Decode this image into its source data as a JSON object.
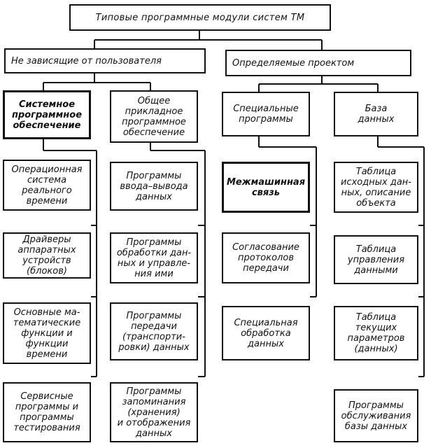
{
  "root": {
    "label": "Типовые программные модули систем ТМ"
  },
  "categories": {
    "user_independent": "Не зависящие от пользователя",
    "project_defined": "Определяемые проектом"
  },
  "groups": {
    "system_software": "Системное\nпрограммное\nобеспечение",
    "general_app_software": "Общее\nприкладное\nпрограммное\nобеспечение",
    "special_programs": "Специальные\nпрограммы",
    "database": "База\nданных"
  },
  "modules": {
    "rtos": "Операционная\nсистема\nреального\nвремени",
    "drivers": "Драйверы\nаппаратных\nустройств\n(блоков)",
    "math_functions": "Основные ма-\nтематические\nфункции и\nфункции\nвремени",
    "service_programs": "Сервисные\nпрограммы и\nпрограммы\nтестирования",
    "io_programs": "Программы\nввода–вывода\nданных",
    "processing_programs": "Программы\nобработки дан-\nных и управле-\nния ими",
    "transfer_programs": "Программы\nпередачи\n(транспорти-\nровки) данных",
    "storage_programs": "Программы\nзапоминания\n(хранения)\nи отображения\nданных",
    "intermachine": "Межмашинная\nсвязь",
    "protocol_matching": "Согласование\nпротоколов\nпередачи",
    "special_processing": "Специальная\nобработка\nданных",
    "source_data_table": "Таблица\nисходных дан-\nных, описание\nобъекта",
    "data_management_table": "Таблица\nуправления\nданными",
    "current_params_table": "Таблица\nтекущих\nпараметров\n(данных)",
    "db_service_programs": "Программы\nобслуживания\nбазы данных"
  }
}
